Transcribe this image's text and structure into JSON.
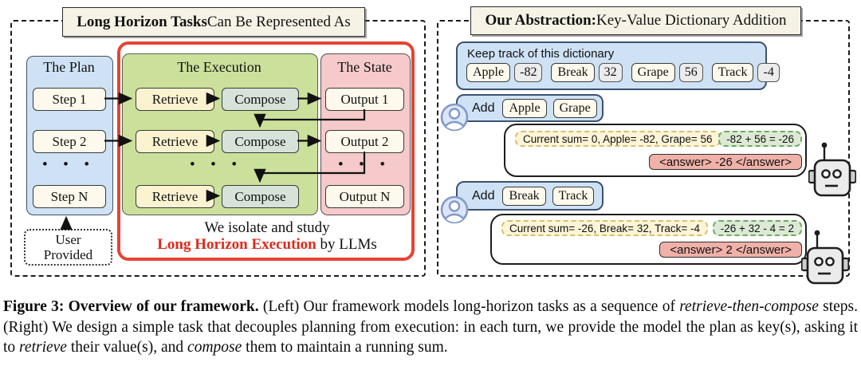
{
  "left_panel": {
    "title": {
      "bold": "Long Horizon Tasks",
      "rest": " Can Be Represented As"
    },
    "plan": {
      "header": "The Plan",
      "steps": [
        "Step 1",
        "Step 2",
        "Step N"
      ],
      "dots": "• • •"
    },
    "execution": {
      "header": "The Execution",
      "retrieve": "Retrieve",
      "compose": "Compose",
      "dots": "• • •"
    },
    "state": {
      "header": "The State",
      "outputs": [
        "Output 1",
        "Output 2",
        "Output N"
      ],
      "dots": "• • •"
    },
    "user_provided": {
      "line1": "User",
      "line2": "Provided"
    },
    "isolate": {
      "line1": "We isolate and study",
      "highlight": "Long Horizon Execution",
      "rest": " by LLMs"
    }
  },
  "right_panel": {
    "title": {
      "bold": "Our Abstraction:",
      "rest": " Key-Value Dictionary Addition"
    },
    "dictionary": {
      "label": "Keep track of this dictionary",
      "pairs": [
        {
          "key": "Apple",
          "value": "-82"
        },
        {
          "key": "Break",
          "value": "32"
        },
        {
          "key": "Grape",
          "value": "56"
        },
        {
          "key": "Track",
          "value": "-4"
        }
      ]
    },
    "turns": [
      {
        "add_label": "Add",
        "keys": [
          "Apple",
          "Grape"
        ],
        "reasoning": "Current sum= 0, Apple= -82, Grape= 56",
        "computation": "-82 + 56 = -26",
        "answer": "<answer> -26 </answer>"
      },
      {
        "add_label": "Add",
        "keys": [
          "Break",
          "Track"
        ],
        "reasoning": "Current sum= -26, Break= 32, Track= -4",
        "computation": "-26 + 32 - 4 = 2",
        "answer": "<answer> 2 </answer>"
      }
    ]
  },
  "caption": {
    "bold": "Figure 3: Overview of our framework.",
    "seg1": " (Left) Our framework models long-horizon tasks as a sequence of ",
    "italic1": "retrieve-then-compose",
    "seg2": " steps. (Right) We design a simple task that decouples planning from execution: in each turn, we provide the model the plan as key(s), asking it to ",
    "italic2": "retrieve",
    "seg3": " their value(s), and ",
    "italic3": "compose",
    "seg4": " them to maintain a running sum."
  },
  "colors": {
    "accent_red": "#e74334",
    "red_text": "#de2a1c",
    "panel_blue": "#cfe2f5",
    "execution_green": "#cbe19b",
    "state_pink": "#f6caca",
    "cream": "#fdf9ec",
    "retrieve_yellow": "#fbf3d0",
    "compose_green": "#d7e3d9",
    "reasoning_yellow": "#fdf5d7",
    "computation_green": "#dcead5",
    "answer_pink": "#f0b1a8"
  }
}
